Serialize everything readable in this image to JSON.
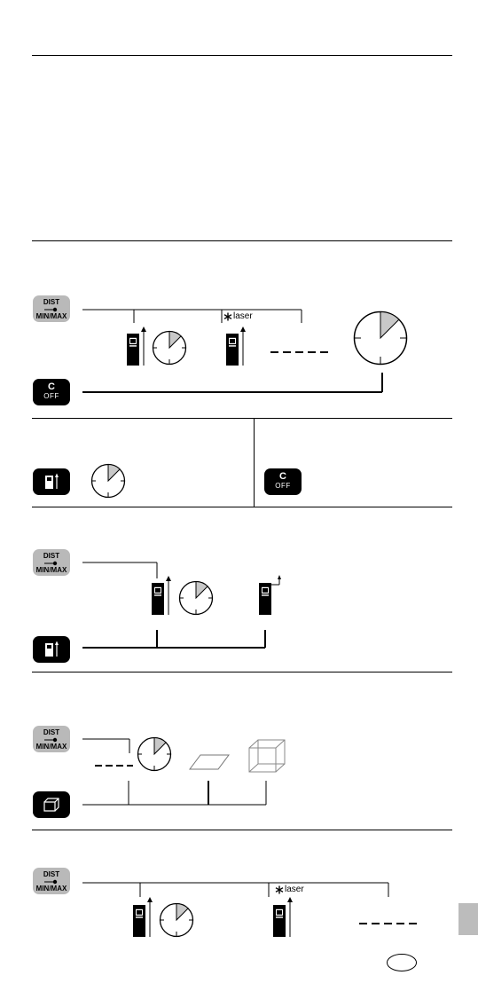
{
  "keys": {
    "dist_line1": "DIST",
    "dist_line2": "MIN/MAX",
    "c_line1": "C",
    "c_line2": "OFF"
  },
  "labels": {
    "laser": "laser"
  },
  "icons": {
    "dist": "dist-minmax-key-icon",
    "clear": "clear-off-key-icon",
    "reference": "reference-plane-key-icon",
    "area_volume": "area-volume-key-icon",
    "device": "device-icon",
    "timer": "timer-clock-icon",
    "area": "area-shape-icon",
    "volume": "volume-cube-icon",
    "laser_star": "laser-star-icon"
  },
  "colors": {
    "key_grey": "#b9b9b9",
    "key_black": "#000000",
    "clock_fill": "#c8c8c8",
    "side_tab": "#bcbcbc"
  }
}
